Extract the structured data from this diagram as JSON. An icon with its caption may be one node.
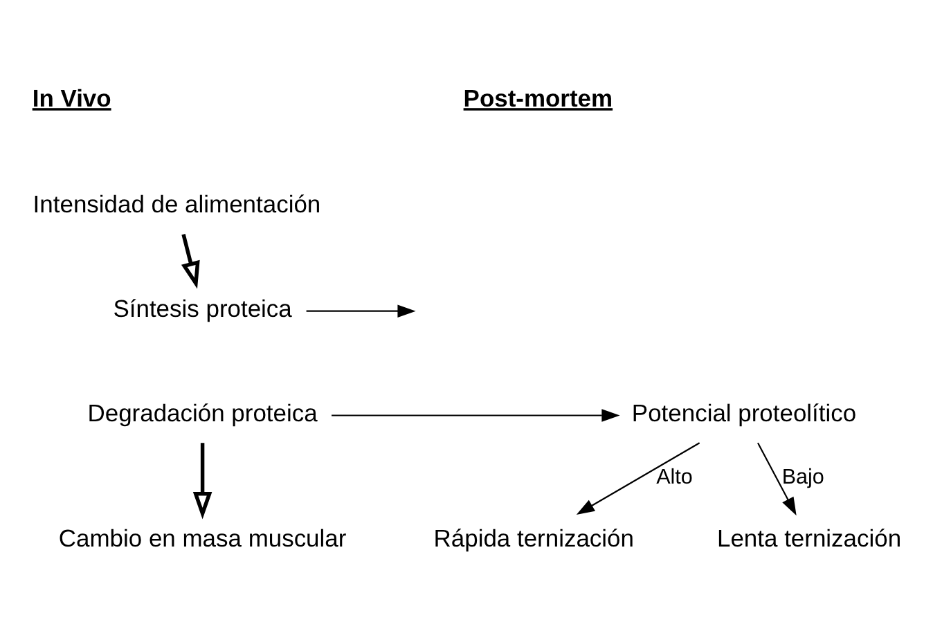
{
  "diagram": {
    "nodes": [
      {
        "text": [
          "Intensidad de alimentación"
        ]
      },
      {
        "text": [
          "Síntesis proteica"
        ]
      },
      {
        "text": [
          "Degradación proteica"
        ]
      },
      {
        "text": [
          "Potencial proteolítico"
        ]
      },
      {
        "text": [
          "Rápida ternización"
        ]
      },
      {
        "text": [
          "Lenta ternización"
        ]
      },
      {
        "text": [
          "Cambio en masa muscular"
        ]
      }
    ],
    "edges": [
      {
        "from": 0,
        "to": 1,
        "arrow": "to",
        "style": "thick"
      },
      {
        "from": 1,
        "to": null,
        "arrow": "to"
      },
      {
        "from": 2,
        "to": 3,
        "arrow": "to"
      },
      {
        "from": 3,
        "to": 4,
        "label": "Alto",
        "arrow": "to"
      },
      {
        "from": 3,
        "to": 5,
        "label": "Bajo",
        "arrow": "to"
      },
      {
        "from": 2,
        "to": 6,
        "arrow": "to",
        "style": "thick"
      }
    ],
    "labels": [
      "In Vivo",
      "Post-mortem"
    ]
  }
}
